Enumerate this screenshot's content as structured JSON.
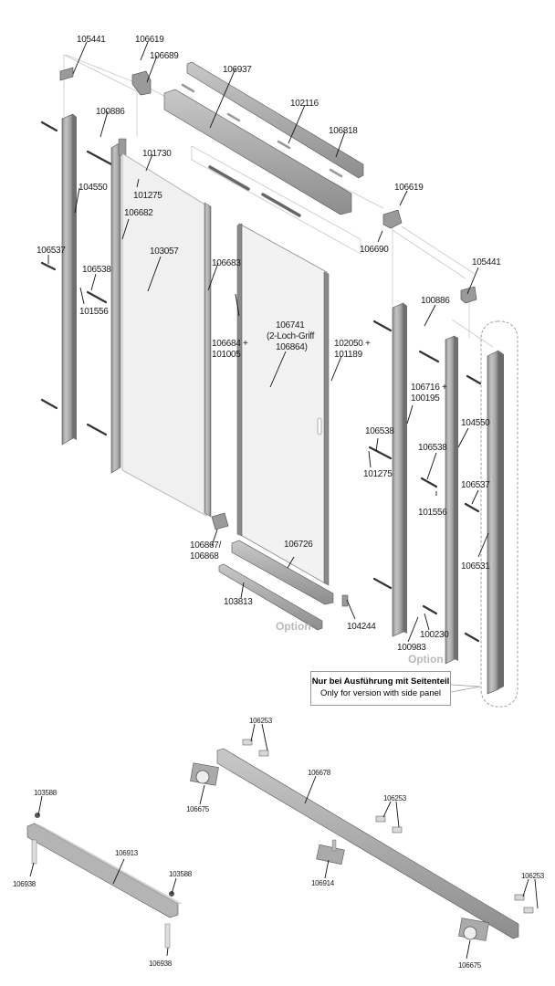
{
  "diagram": {
    "title": "Shower door exploded parts diagram",
    "parts_upper": [
      {
        "id": "lbl-105441-left",
        "text": "105441"
      },
      {
        "id": "lbl-106619-left",
        "text": "106619"
      },
      {
        "id": "lbl-106689",
        "text": "106689"
      },
      {
        "id": "lbl-106937",
        "text": "106937"
      },
      {
        "id": "lbl-102116",
        "text": "102116"
      },
      {
        "id": "lbl-106818",
        "text": "106818"
      },
      {
        "id": "lbl-100886-left",
        "text": "100886"
      },
      {
        "id": "lbl-101730",
        "text": "101730"
      },
      {
        "id": "lbl-101275-left",
        "text": "101275"
      },
      {
        "id": "lbl-104550-left",
        "text": "104550"
      },
      {
        "id": "lbl-106682",
        "text": "106682"
      },
      {
        "id": "lbl-106537-left",
        "text": "106537"
      },
      {
        "id": "lbl-103057",
        "text": "103057"
      },
      {
        "id": "lbl-106683",
        "text": "106683"
      },
      {
        "id": "lbl-106538-left",
        "text": "106538"
      },
      {
        "id": "lbl-101556-left",
        "text": "101556"
      },
      {
        "id": "lbl-106684",
        "text": "106684 +"
      },
      {
        "id": "lbl-101005",
        "text": "101005"
      },
      {
        "id": "lbl-106741",
        "text": "106741"
      },
      {
        "id": "lbl-2loch",
        "text": "(2-Loch-Griff"
      },
      {
        "id": "lbl-106864",
        "text": "106864)"
      },
      {
        "id": "lbl-102050",
        "text": "102050 +"
      },
      {
        "id": "lbl-101189",
        "text": "101189"
      },
      {
        "id": "lbl-106619-right",
        "text": "106619"
      },
      {
        "id": "lbl-106690",
        "text": "106690"
      },
      {
        "id": "lbl-105441-right",
        "text": "105441"
      },
      {
        "id": "lbl-100886-right",
        "text": "100886"
      },
      {
        "id": "lbl-106716",
        "text": "106716 +"
      },
      {
        "id": "lbl-100195",
        "text": "100195"
      },
      {
        "id": "lbl-104550-right",
        "text": "104550"
      },
      {
        "id": "lbl-106538-r1",
        "text": "106538"
      },
      {
        "id": "lbl-101275-right",
        "text": "101275"
      },
      {
        "id": "lbl-106538-r2",
        "text": "106538"
      },
      {
        "id": "lbl-101556-right",
        "text": "101556"
      },
      {
        "id": "lbl-106537-right",
        "text": "106537"
      },
      {
        "id": "lbl-106531",
        "text": "106531"
      },
      {
        "id": "lbl-106867",
        "text": "106867/"
      },
      {
        "id": "lbl-106868",
        "text": "106868"
      },
      {
        "id": "lbl-106726",
        "text": "106726"
      },
      {
        "id": "lbl-103813",
        "text": "103813"
      },
      {
        "id": "lbl-104244",
        "text": "104244"
      },
      {
        "id": "lbl-100230",
        "text": "100230"
      },
      {
        "id": "lbl-100983",
        "text": "100983"
      }
    ],
    "option_labels": [
      "Option",
      "Option"
    ],
    "callout": {
      "line1": "Nur bei Ausführung mit Seitenteil",
      "line2": "Only for version with side panel"
    },
    "parts_lower": [
      {
        "id": "lbl-103588-top",
        "text": "103588"
      },
      {
        "id": "lbl-106913",
        "text": "106913"
      },
      {
        "id": "lbl-106938-left",
        "text": "106938"
      },
      {
        "id": "lbl-103588-right",
        "text": "103588"
      },
      {
        "id": "lbl-106938-bottom",
        "text": "106938"
      },
      {
        "id": "lbl-106253-a",
        "text": "106253"
      },
      {
        "id": "lbl-106675-left",
        "text": "106675"
      },
      {
        "id": "lbl-106678",
        "text": "106678"
      },
      {
        "id": "lbl-106253-b",
        "text": "106253"
      },
      {
        "id": "lbl-106914",
        "text": "106914"
      },
      {
        "id": "lbl-106253-c",
        "text": "106253"
      },
      {
        "id": "lbl-106675-right",
        "text": "106675"
      }
    ]
  }
}
